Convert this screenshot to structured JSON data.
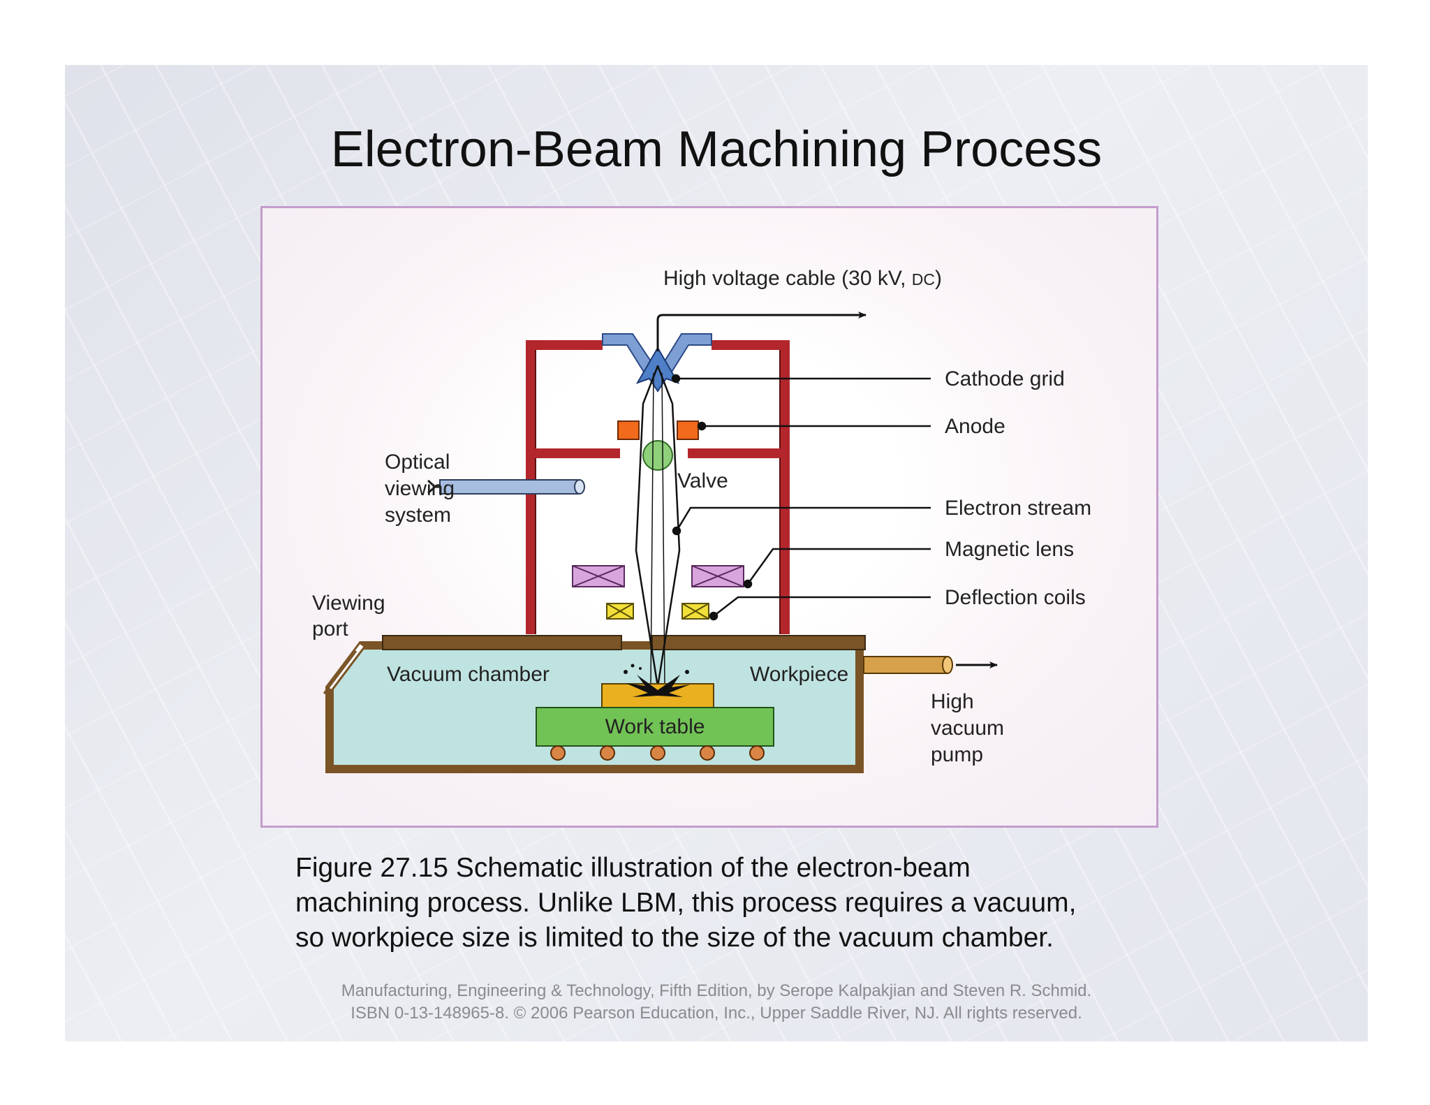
{
  "slide": {
    "title": "Electron-Beam Machining Process",
    "caption_lines": [
      "Figure 27.15  Schematic illustration of the electron-beam",
      "machining process.  Unlike LBM, this process requires a vacuum,",
      "so workpiece size is limited to the size of the vacuum chamber."
    ],
    "footer_lines": [
      "Manufacturing, Engineering & Technology, Fifth Edition, by Serope Kalpakjian and Steven R. Schmid.",
      "ISBN 0-13-148965-8. © 2006 Pearson Education, Inc., Upper Saddle River, NJ.  All rights reserved."
    ]
  },
  "diagram": {
    "labels": {
      "high_voltage_cable_main": "High voltage cable (30 kV, ",
      "high_voltage_cable_dc": "DC",
      "high_voltage_cable_close": ")",
      "cathode_grid": "Cathode grid",
      "anode": "Anode",
      "electron_stream": "Electron stream",
      "magnetic_lens": "Magnetic lens",
      "deflection_coils": "Deflection coils",
      "valve": "Valve",
      "optical_viewing_system": [
        "Optical",
        "viewing",
        "system"
      ],
      "viewing_port": [
        "Viewing",
        "port"
      ],
      "vacuum_chamber": "Vacuum chamber",
      "workpiece": "Workpiece",
      "work_table": "Work table",
      "high_vacuum_pump": [
        "High",
        "vacuum",
        "pump"
      ]
    },
    "colors": {
      "column_wall": "#b3262c",
      "chamber_wall": "#7a5426",
      "vacuum": "#bfe3e0",
      "cathode": "#4f7fc6",
      "anode": "#f26a1b",
      "valve": "#8fd07a",
      "magnetic_lens": "#d8a6dc",
      "deflection_coils": "#f1df3a",
      "workpiece": "#eab020",
      "work_table": "#72c355",
      "rollers": "#d88545",
      "viewing_tube": "#a7bde0",
      "pump_pipe": "#d6a14a"
    }
  }
}
